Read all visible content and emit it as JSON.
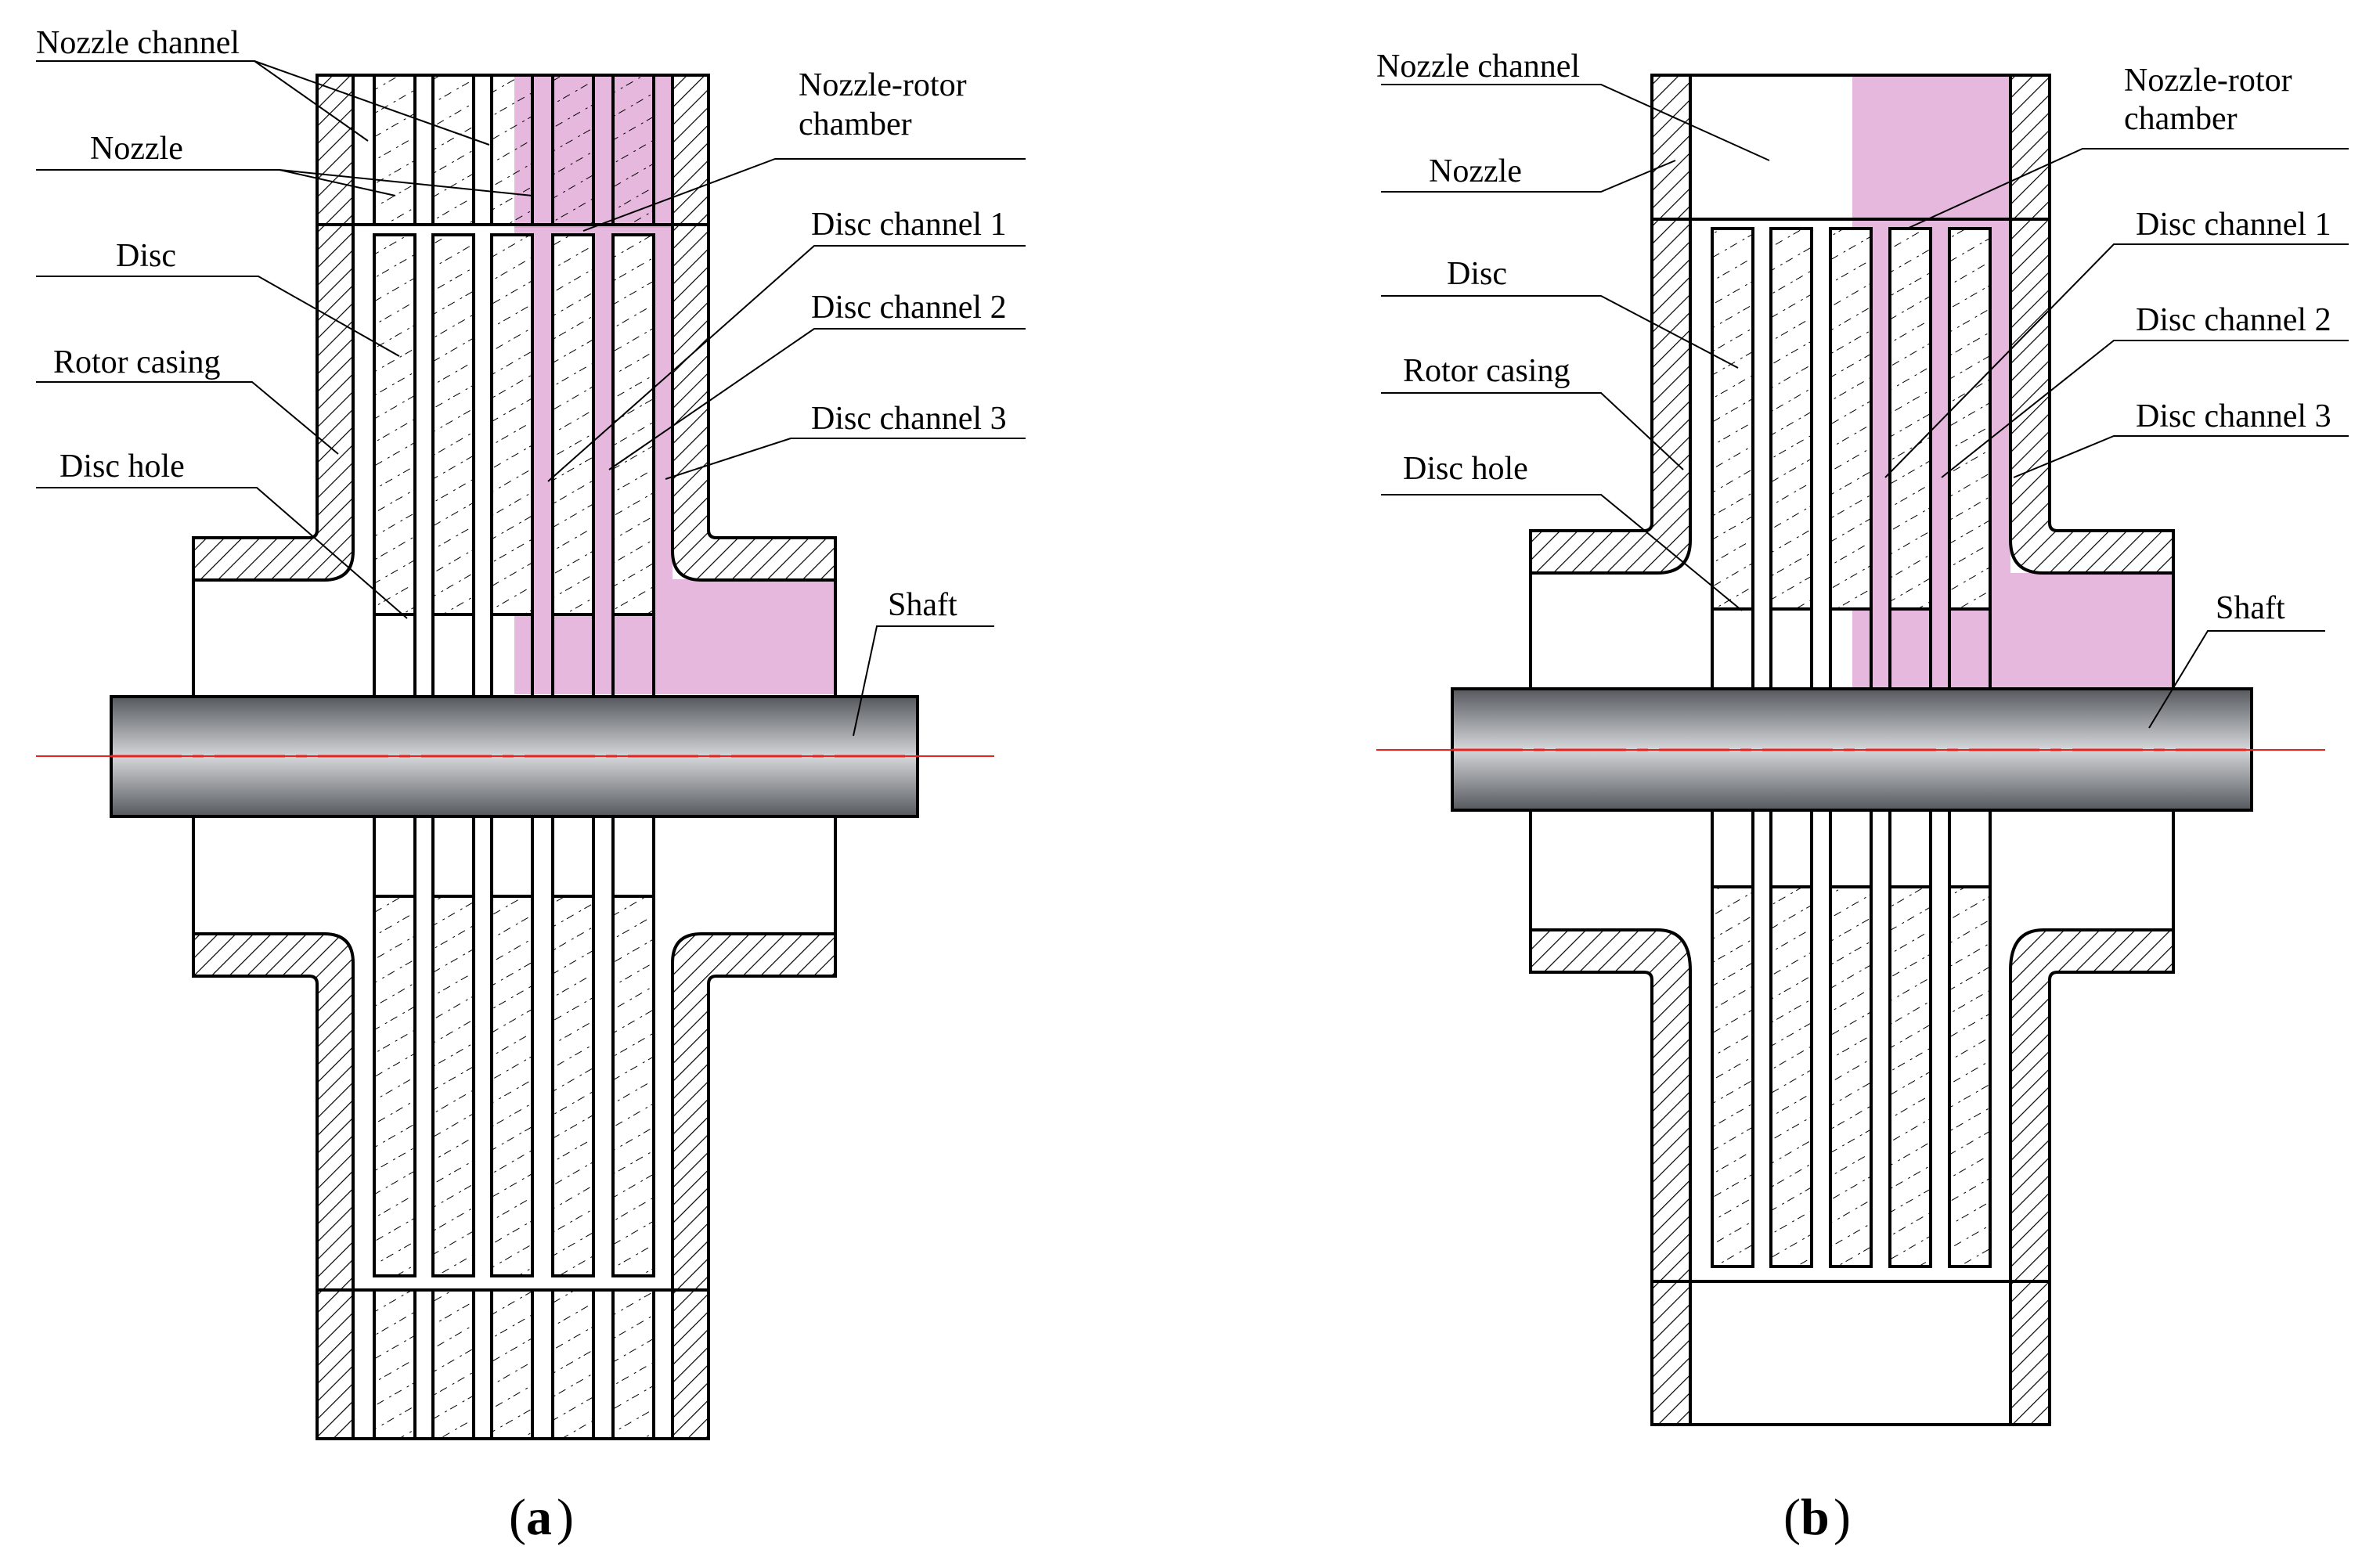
{
  "colors": {
    "highlight": "#dfa0d2",
    "stroke": "#000000",
    "centerline": "#e8231e",
    "shaft_dark": "#55595e",
    "shaft_light": "#d4d6d9",
    "background": "#ffffff"
  },
  "panel_a": {
    "caption_letter": "a",
    "labels": {
      "nozzle_channel": "Nozzle channel",
      "nozzle": "Nozzle",
      "disc": "Disc",
      "rotor_casing": "Rotor casing",
      "disc_hole": "Disc hole",
      "nozzle_rotor_line1": "Nozzle-rotor",
      "nozzle_rotor_line2": "chamber",
      "disc_channel_1": "Disc channel 1",
      "disc_channel_2": "Disc channel 2",
      "disc_channel_3": "Disc channel 3",
      "shaft": "Shaft"
    }
  },
  "panel_b": {
    "caption_letter": "b",
    "labels": {
      "nozzle_channel": "Nozzle channel",
      "nozzle": "Nozzle",
      "disc": "Disc",
      "rotor_casing": "Rotor casing",
      "disc_hole": "Disc hole",
      "nozzle_rotor_line1": "Nozzle-rotor",
      "nozzle_rotor_line2": "chamber",
      "disc_channel_1": "Disc channel 1",
      "disc_channel_2": "Disc channel 2",
      "disc_channel_3": "Disc channel 3",
      "shaft": "Shaft"
    }
  }
}
